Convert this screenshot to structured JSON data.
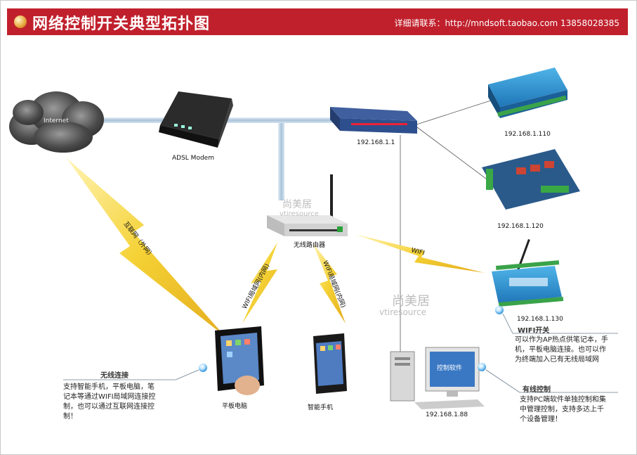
{
  "header": {
    "title": "网络控制开关典型拓扑图",
    "contact": "详细请联系：http://mndsoft.taobao.com  13858028385"
  },
  "nodes": {
    "internet": "Internet",
    "modem": "ADSL Modem",
    "switch_ip": "192.168.1.1",
    "router": "无线路由器",
    "dev1_ip": "192.168.1.110",
    "dev2_ip": "192.168.1.120",
    "dev3_ip": "192.168.1.130",
    "tablet": "平板电脑",
    "phone": "智能手机",
    "pc_ip": "192.168.1.88",
    "pc_screen": "控制软件"
  },
  "links": {
    "internet_external": "互联网（外网）",
    "wifi_lan_1": "WIFI局域网(内网)",
    "wifi_lan_2": "WIFI局域网(内网)",
    "wifi": "WIFI"
  },
  "notes": {
    "wireless_title": "无线连接",
    "wireless_text": [
      "支持智能手机，平板电脑，笔",
      "记本等通过WIFI局域网连接控",
      "制，也可以通过互联网连接控",
      "制！"
    ],
    "wifi_title": "WIFI开关",
    "wifi_text": [
      "可以作为AP热点供笔记本，手",
      "机，平板电脑连接。也可以作",
      "为终端加入已有无线局域网"
    ],
    "wired_title": "有线控制",
    "wired_text": [
      "支持PC端软件单独控制和集",
      "中管理控制，支持多达上千",
      "个设备管理！"
    ]
  },
  "watermark": {
    "text1": "尚美居",
    "text2": "vtiresource"
  },
  "colors": {
    "header": "#c0202c",
    "pipe": "#b8cde0",
    "bolt": "#f2c81e",
    "note_line": "#6b7d8f"
  }
}
